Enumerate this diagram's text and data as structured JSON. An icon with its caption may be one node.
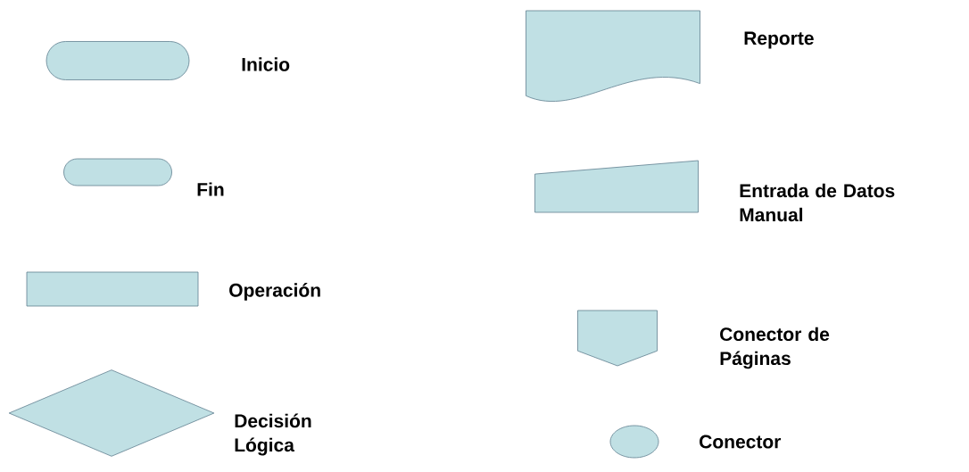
{
  "diagram": {
    "nodes": [
      {
        "text": [],
        "shape": "stadium",
        "beside": [
          "Inicio"
        ]
      },
      {
        "text": [],
        "shape": "stadium",
        "beside": [
          "Fin"
        ]
      },
      {
        "text": [],
        "shape": "box",
        "beside": [
          "Operación"
        ]
      },
      {
        "text": [],
        "shape": "diamond",
        "beside": [
          "Decisión Lógica"
        ]
      },
      {
        "text": [],
        "shape": "document",
        "beside": [
          "Reporte"
        ]
      },
      {
        "text": [],
        "shape": "trapezoid",
        "beside": [
          "Entrada de Datos Manual"
        ]
      },
      {
        "text": [],
        "shape": "pentagon",
        "beside": [
          "Conector de Páginas"
        ]
      },
      {
        "text": [],
        "shape": "ellipse",
        "beside": [
          "Conector"
        ]
      }
    ]
  }
}
